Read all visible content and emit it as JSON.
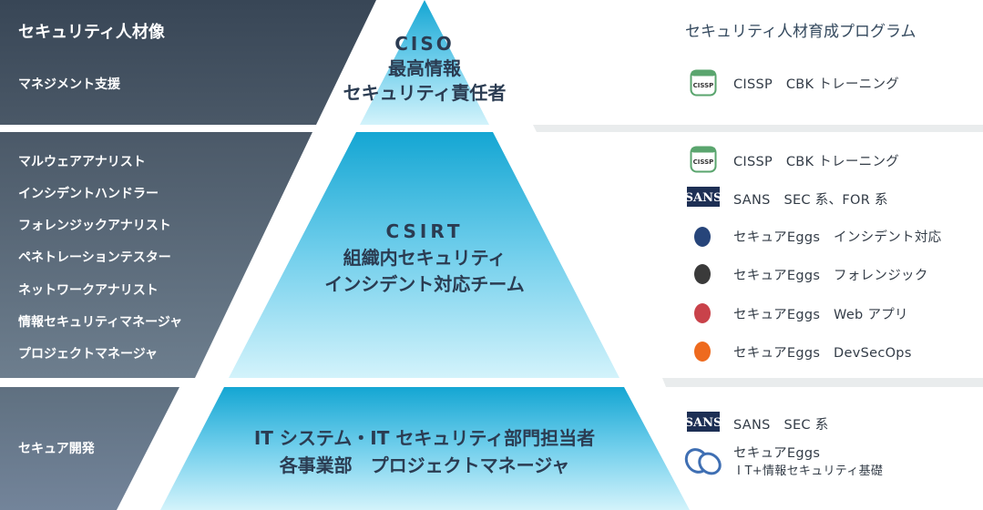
{
  "left_panel": {
    "title": "セキュリティ人材像",
    "top_band": {
      "label": "マネジメント支援"
    },
    "middle_band": {
      "items": [
        "マルウェアアナリスト",
        "インシデントハンドラー",
        "フォレンジックアナリスト",
        "ペネトレーションテスター",
        "ネットワークアナリスト",
        "情報セキュリティマネージャ",
        "プロジェクトマネージャ"
      ]
    },
    "bottom_band": {
      "label": "セキュア開発"
    }
  },
  "pyramid": {
    "top": {
      "line1": "CISO",
      "line2": "最高情報",
      "line3": "セキュリティ責任者"
    },
    "middle": {
      "line1": "CSIRT",
      "line2": "組織内セキュリティ",
      "line3": "インシデント対応チーム"
    },
    "bottom": {
      "line1": "IT システム・IT セキュリティ部門担当者",
      "line2": "各事業部　プロジェクトマネージャ"
    }
  },
  "right_panel": {
    "title": "セキュリティ人材育成プログラム",
    "top_programs": [
      {
        "icon": "cissp-badge-icon",
        "label": "CISSP　CBK トレーニング"
      }
    ],
    "middle_programs": [
      {
        "icon": "cissp-badge-icon",
        "label": "CISSP　CBK トレーニング"
      },
      {
        "icon": "sans-logo-icon",
        "label": "SANS　SEC 系、FOR 系"
      },
      {
        "icon": "blue-egg-icon",
        "label": "セキュアEggs　インシデント対応"
      },
      {
        "icon": "black-egg-icon",
        "label": "セキュアEggs　フォレンジック"
      },
      {
        "icon": "red-egg-icon",
        "label": "セキュアEggs　Web アプリ"
      },
      {
        "icon": "orange-egg-icon",
        "label": "セキュアEggs　DevSecOps"
      }
    ],
    "bottom_programs": [
      {
        "icon": "sans-logo-icon",
        "label": "SANS　SEC 系"
      },
      {
        "icon": "outline-eggs-icon",
        "label": "セキュアEggs",
        "sublabel": "I T+情報セキュリティ基礎"
      }
    ]
  },
  "colors": {
    "band_top": "#384656",
    "band_bottom": "#6f8192",
    "pyramid_top": "#19a9d4",
    "pyramid_bottom": "#c7eef9",
    "text_dark": "#2b3c52",
    "egg_blue": "#27457a",
    "egg_black": "#3a3a3a",
    "egg_red": "#c9424a",
    "egg_orange": "#ee6a1e",
    "cissp_green": "#5aa56e"
  }
}
